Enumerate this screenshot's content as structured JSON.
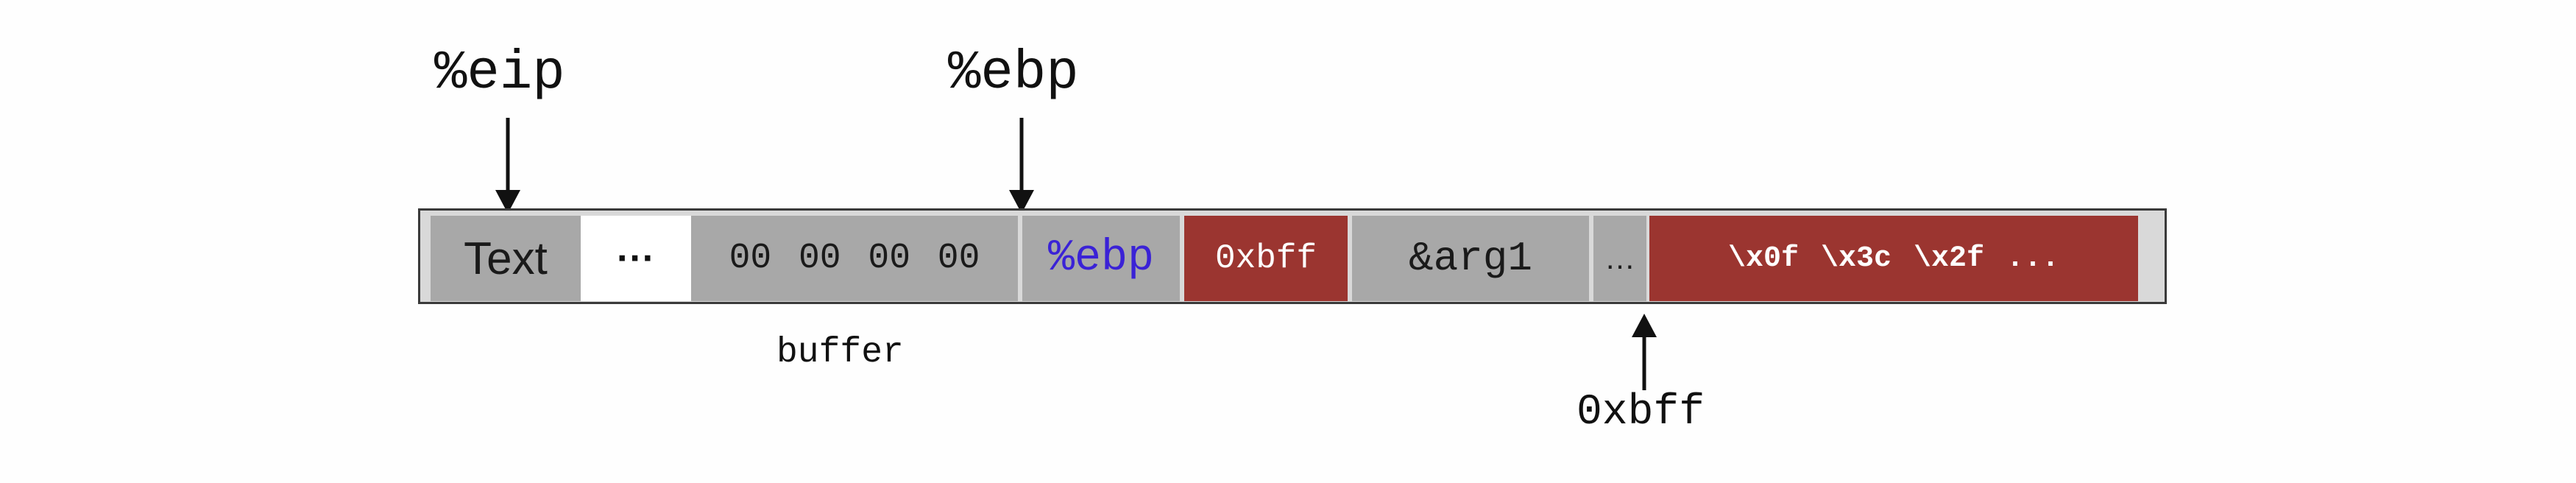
{
  "labels": {
    "eip": "%eip",
    "ebp_pointer": "%ebp",
    "buffer": "buffer",
    "address": "0xbff"
  },
  "cells": {
    "text": "Text",
    "ellipsis_dots": "···",
    "buffer_bytes": "00 00 00 00",
    "saved_ebp": "%ebp",
    "return_addr": "0xbff",
    "arg": "&arg1",
    "ellipsis_small": "…",
    "shellcode": "\\x0f \\x3c \\x2f ..."
  },
  "colors": {
    "cell_gray": "#a8a8a8",
    "cell_red": "#9b3530",
    "saved_ebp_text": "#3a22d6",
    "border": "#3a3a3a"
  }
}
